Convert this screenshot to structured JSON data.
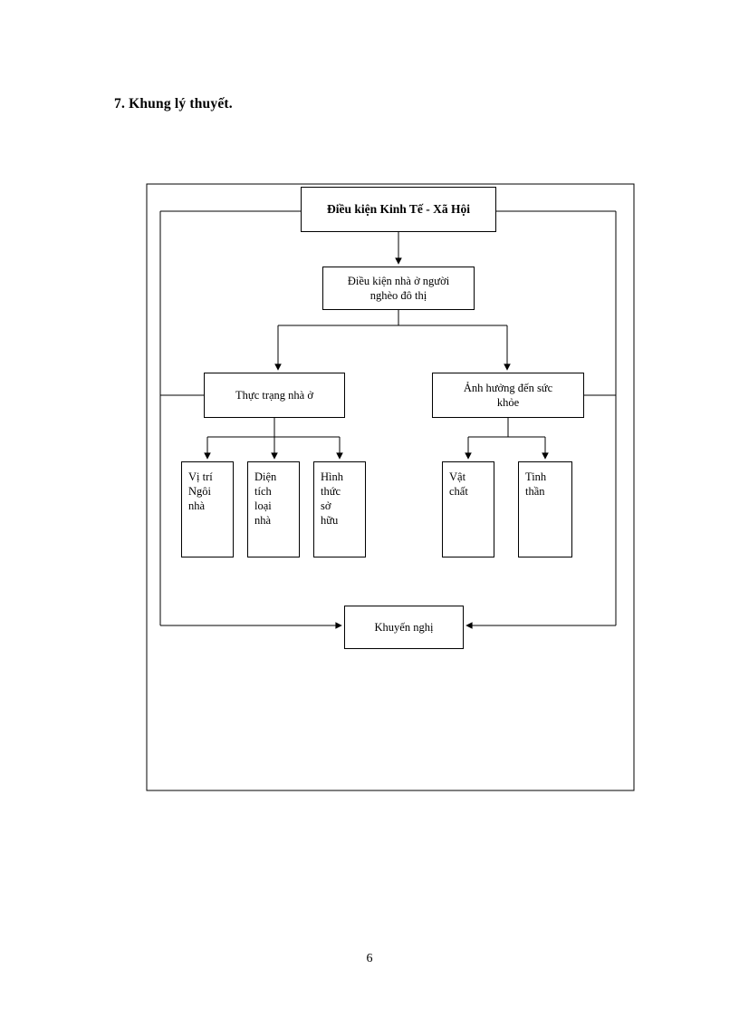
{
  "document": {
    "heading": "7. Khung lý thuyết.",
    "page_number": "6"
  },
  "diagram": {
    "type": "flowchart",
    "title": "Khung lý thuyết",
    "nodes": {
      "top": "Điều kiện Kinh Tế - Xã Hội",
      "second": "Điều kiện  nhà ở người\nnghèo  đô thị",
      "left_mid": "Thực trạng nhà ở",
      "right_mid": "Ảnh hưởng  đến sức\nkhỏe",
      "leaf1": "Vị trí\nNgôi\nnhà",
      "leaf2": "Diện\ntích\nloại\nnhà",
      "leaf3": "Hình\nthức\nsở\nhữu",
      "leaf4": "Vật\nchất",
      "leaf5": "Tinh\nthần",
      "recommendation": "Khuyến nghị"
    },
    "edges": [
      {
        "from": "top",
        "to": "second",
        "style": "arrow-down"
      },
      {
        "from": "second",
        "to": "left_mid",
        "style": "arrow-down-split"
      },
      {
        "from": "second",
        "to": "right_mid",
        "style": "arrow-down-split"
      },
      {
        "from": "left_mid",
        "to": "leaf1",
        "style": "arrow-down-split"
      },
      {
        "from": "left_mid",
        "to": "leaf2",
        "style": "arrow-down-split"
      },
      {
        "from": "left_mid",
        "to": "leaf3",
        "style": "arrow-down-split"
      },
      {
        "from": "right_mid",
        "to": "leaf4",
        "style": "arrow-down-split"
      },
      {
        "from": "right_mid",
        "to": "leaf5",
        "style": "arrow-down-split"
      },
      {
        "from": "left_mid",
        "to": "recommendation",
        "style": "feedback-loop-left"
      },
      {
        "from": "right_mid",
        "to": "recommendation",
        "style": "feedback-loop-right"
      }
    ],
    "frame": {
      "label": "outer-border"
    },
    "colors": {
      "line": "#000000",
      "text": "#000000",
      "background": "#ffffff"
    }
  }
}
